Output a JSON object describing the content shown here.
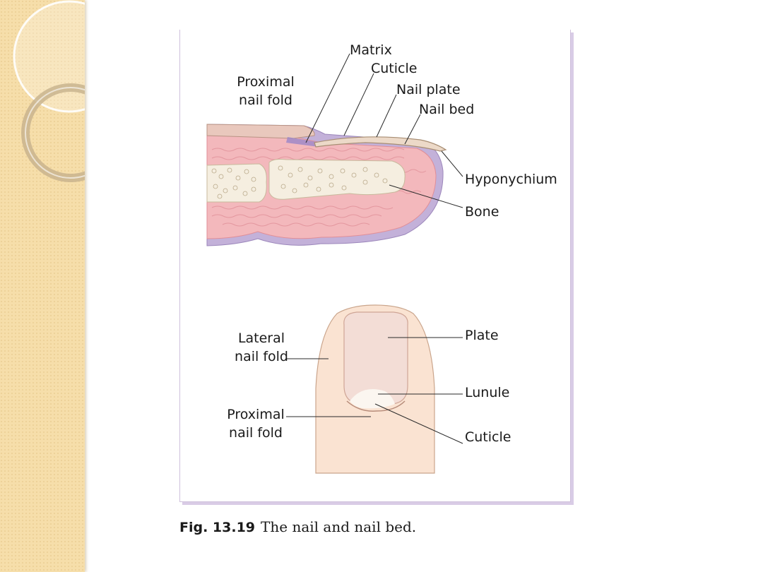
{
  "diagram": {
    "section_labels": {
      "matrix": "Matrix",
      "cuticle": "Cuticle",
      "nail_plate": "Nail plate",
      "nail_bed": "Nail bed",
      "proximal_nail_fold": "Proximal\nnail fold",
      "hyponychium": "Hyponychium",
      "bone": "Bone"
    },
    "top_labels": {
      "lateral_nail_fold": "Lateral\nnail fold",
      "proximal_nail_fold": "Proximal\nnail fold",
      "plate": "Plate",
      "lunule": "Lunule",
      "cuticle": "Cuticle"
    }
  },
  "caption": {
    "number": "Fig. 13.19",
    "text": "The nail and nail bed."
  }
}
